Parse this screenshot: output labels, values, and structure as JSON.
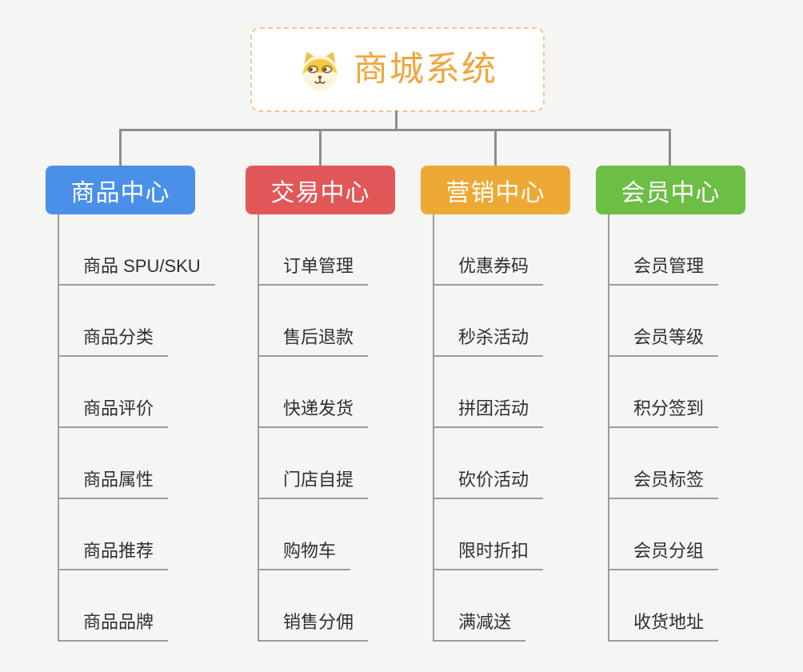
{
  "root": {
    "title": "商城系统",
    "icon": "shiba-dog-icon",
    "accent_color": "#f0a63c",
    "border_color": "#f3c98a"
  },
  "connector_color": "#8d8d8d",
  "sub_line_color": "#9c9c9c",
  "branches": [
    {
      "label": "商品中心",
      "color": "#4a90e8",
      "items": [
        "商品 SPU/SKU",
        "商品分类",
        "商品评价",
        "商品属性",
        "商品推荐",
        "商品品牌"
      ]
    },
    {
      "label": "交易中心",
      "color": "#e25757",
      "items": [
        "订单管理",
        "售后退款",
        "快递发货",
        "门店自提",
        "购物车",
        "销售分佣"
      ]
    },
    {
      "label": "营销中心",
      "color": "#eea835",
      "items": [
        "优惠券码",
        "秒杀活动",
        "拼团活动",
        "砍价活动",
        "限时折扣",
        "满减送"
      ]
    },
    {
      "label": "会员中心",
      "color": "#6cbe45",
      "items": [
        "会员管理",
        "会员等级",
        "积分签到",
        "会员标签",
        "会员分组",
        "收货地址"
      ]
    }
  ]
}
